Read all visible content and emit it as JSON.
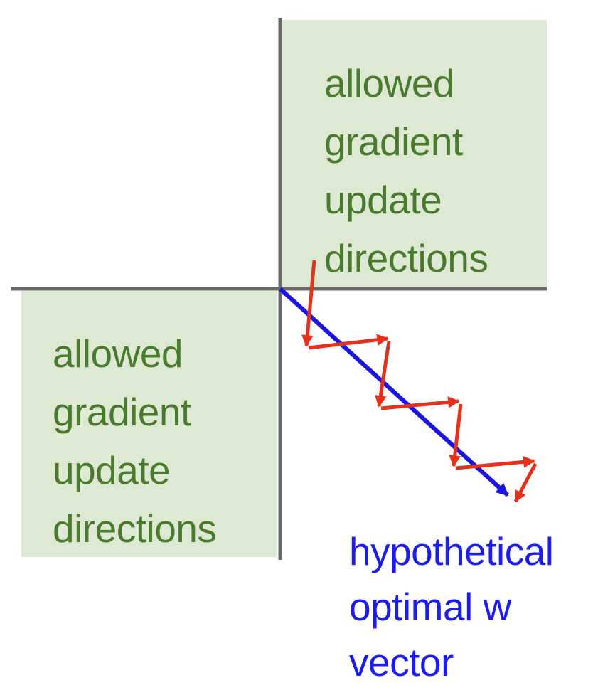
{
  "colors": {
    "quadrant_fill": "#dde9d3",
    "label_green": "#4a7a2e",
    "axis_gray": "#696969",
    "arrow_red": "#e5301c",
    "arrow_blue": "#1b15e4",
    "annotation_blue": "#1c1cf0"
  },
  "quadrants": {
    "top_right": {
      "line1": "allowed",
      "line2": "gradient",
      "line3": "update",
      "line4": "directions"
    },
    "bottom_left": {
      "line1": "allowed",
      "line2": "gradient",
      "line3": "update",
      "line4": "directions"
    }
  },
  "annotation": {
    "line1": "hypothetical",
    "line2": "optimal w",
    "line3": "vector"
  }
}
